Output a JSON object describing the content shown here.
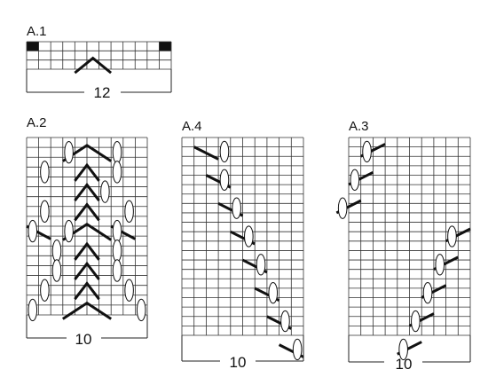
{
  "charts": [
    {
      "id": "A1",
      "label": "A.1",
      "columns": 12,
      "rows": 3,
      "count_label": "12",
      "has_base_row": true,
      "filled": [
        {
          "row": 0,
          "col": 0
        },
        {
          "row": 0,
          "col": 11
        }
      ],
      "symbols": [
        {
          "type": "chevron",
          "row": 2,
          "col": 4,
          "span": 3
        }
      ]
    },
    {
      "id": "A2",
      "label": "A.2",
      "columns": 10,
      "rows": 18,
      "count_label": "10",
      "has_base_row": true,
      "symbols": [
        {
          "type": "chevron",
          "row": 1,
          "col": 3,
          "span": 4
        },
        {
          "type": "yo",
          "row": 1,
          "col": 3
        },
        {
          "type": "yo",
          "row": 1,
          "col": 7
        },
        {
          "type": "yo",
          "row": 3,
          "col": 1
        },
        {
          "type": "chevron",
          "row": 3,
          "col": 4,
          "span": 2
        },
        {
          "type": "yo",
          "row": 3,
          "col": 7
        },
        {
          "type": "chevron",
          "row": 5,
          "col": 4,
          "span": 2
        },
        {
          "type": "yo",
          "row": 5,
          "col": 6
        },
        {
          "type": "yo",
          "row": 7,
          "col": 1
        },
        {
          "type": "chevron",
          "row": 7,
          "col": 4,
          "span": 2
        },
        {
          "type": "yo",
          "row": 7,
          "col": 8
        },
        {
          "type": "chevron",
          "row": 9,
          "col": 3,
          "span": 4
        },
        {
          "type": "yo",
          "row": 9,
          "col": 0
        },
        {
          "type": "lean",
          "row": 9,
          "col": 0,
          "span": 2
        },
        {
          "type": "yo",
          "row": 9,
          "col": 3
        },
        {
          "type": "yo",
          "row": 9,
          "col": 7
        },
        {
          "type": "lean-down",
          "row": 9,
          "col": 7,
          "span": 2
        },
        {
          "type": "yo",
          "row": 11,
          "col": 2
        },
        {
          "type": "chevron",
          "row": 11,
          "col": 4,
          "span": 2
        },
        {
          "type": "yo",
          "row": 11,
          "col": 7
        },
        {
          "type": "yo",
          "row": 13,
          "col": 2
        },
        {
          "type": "chevron",
          "row": 13,
          "col": 4,
          "span": 2
        },
        {
          "type": "yo",
          "row": 13,
          "col": 7
        },
        {
          "type": "yo",
          "row": 15,
          "col": 1
        },
        {
          "type": "chevron",
          "row": 15,
          "col": 4,
          "span": 2
        },
        {
          "type": "yo",
          "row": 15,
          "col": 8
        },
        {
          "type": "chevron",
          "row": 17,
          "col": 3,
          "span": 4
        },
        {
          "type": "yo",
          "row": 17,
          "col": 0
        },
        {
          "type": "yo",
          "row": 17,
          "col": 9
        }
      ]
    },
    {
      "id": "A4",
      "label": "A.4",
      "columns": 10,
      "rows": 21,
      "count_label": "10",
      "has_base_row": true,
      "symbols": [
        {
          "type": "lean",
          "row": 1,
          "col": 1,
          "span": 2
        },
        {
          "type": "yo",
          "row": 1,
          "col": 3
        },
        {
          "type": "lean",
          "row": 4,
          "col": 2,
          "span": 2
        },
        {
          "type": "yo",
          "row": 4,
          "col": 3
        },
        {
          "type": "lean",
          "row": 7,
          "col": 3,
          "span": 2
        },
        {
          "type": "yo",
          "row": 7,
          "col": 4
        },
        {
          "type": "lean",
          "row": 10,
          "col": 4,
          "span": 2
        },
        {
          "type": "yo",
          "row": 10,
          "col": 5
        },
        {
          "type": "lean",
          "row": 13,
          "col": 5,
          "span": 2
        },
        {
          "type": "yo",
          "row": 13,
          "col": 6
        },
        {
          "type": "lean",
          "row": 16,
          "col": 6,
          "span": 2
        },
        {
          "type": "yo",
          "row": 16,
          "col": 7
        },
        {
          "type": "lean",
          "row": 19,
          "col": 7,
          "span": 2
        },
        {
          "type": "yo",
          "row": 19,
          "col": 8
        },
        {
          "type": "lean",
          "row": 22,
          "col": 8,
          "span": 2
        },
        {
          "type": "yo",
          "row": 22,
          "col": 9
        }
      ]
    },
    {
      "id": "A3",
      "label": "A.3",
      "columns": 10,
      "rows": 21,
      "count_label": "10",
      "has_base_row": true,
      "symbols": [
        {
          "type": "lean-up",
          "row": 1,
          "col": 1,
          "span": 2
        },
        {
          "type": "yo",
          "row": 1,
          "col": 1
        },
        {
          "type": "lean-up",
          "row": 4,
          "col": 0,
          "span": 2
        },
        {
          "type": "yo",
          "row": 4,
          "col": 0
        },
        {
          "type": "lean-up",
          "row": 7,
          "col": -1,
          "span": 2
        },
        {
          "type": "yo",
          "row": 7,
          "col": -1
        },
        {
          "type": "lean-up",
          "row": 10,
          "col": 8,
          "span": 2
        },
        {
          "type": "yo",
          "row": 10,
          "col": 8
        },
        {
          "type": "lean-up",
          "row": 13,
          "col": 7,
          "span": 2
        },
        {
          "type": "yo",
          "row": 13,
          "col": 7
        },
        {
          "type": "lean-up",
          "row": 16,
          "col": 6,
          "span": 2
        },
        {
          "type": "yo",
          "row": 16,
          "col": 6
        },
        {
          "type": "lean-up",
          "row": 19,
          "col": 5,
          "span": 2
        },
        {
          "type": "yo",
          "row": 19,
          "col": 5
        },
        {
          "type": "lean-up",
          "row": 22,
          "col": 4,
          "span": 2
        },
        {
          "type": "yo",
          "row": 22,
          "col": 4
        }
      ]
    }
  ]
}
